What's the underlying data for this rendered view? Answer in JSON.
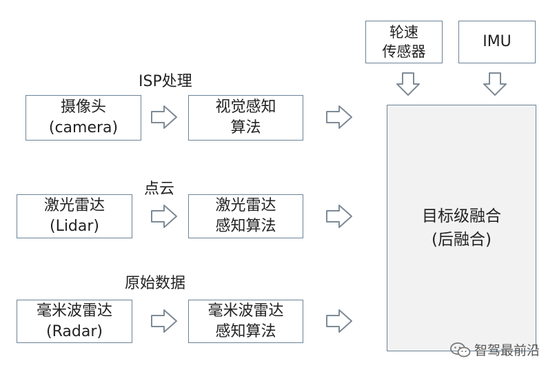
{
  "inputs": {
    "wheel_speed": [
      "轮速",
      "传感器"
    ],
    "imu": [
      "IMU"
    ]
  },
  "rows": [
    {
      "sensor": [
        "摄像头",
        "(camera)"
      ],
      "data_label": "ISP处理",
      "algorithm": [
        "视觉感知",
        "算法"
      ]
    },
    {
      "sensor": [
        "激光雷达",
        "(Lidar)"
      ],
      "data_label": "点云",
      "algorithm": [
        "激光雷达",
        "感知算法"
      ]
    },
    {
      "sensor": [
        "毫米波雷达",
        "(Radar)"
      ],
      "data_label": "原始数据",
      "algorithm": [
        "毫米波雷达",
        "感知算法"
      ]
    }
  ],
  "fusion": [
    "目标级融合",
    "(后融合)"
  ],
  "watermark": {
    "text": "智驾最前沿",
    "icon": "wechat-logo-icon"
  },
  "colors": {
    "box_border": "#6b8296",
    "fusion_fill": "#f2f2f3",
    "arrow_stroke": "#7d8a96"
  }
}
